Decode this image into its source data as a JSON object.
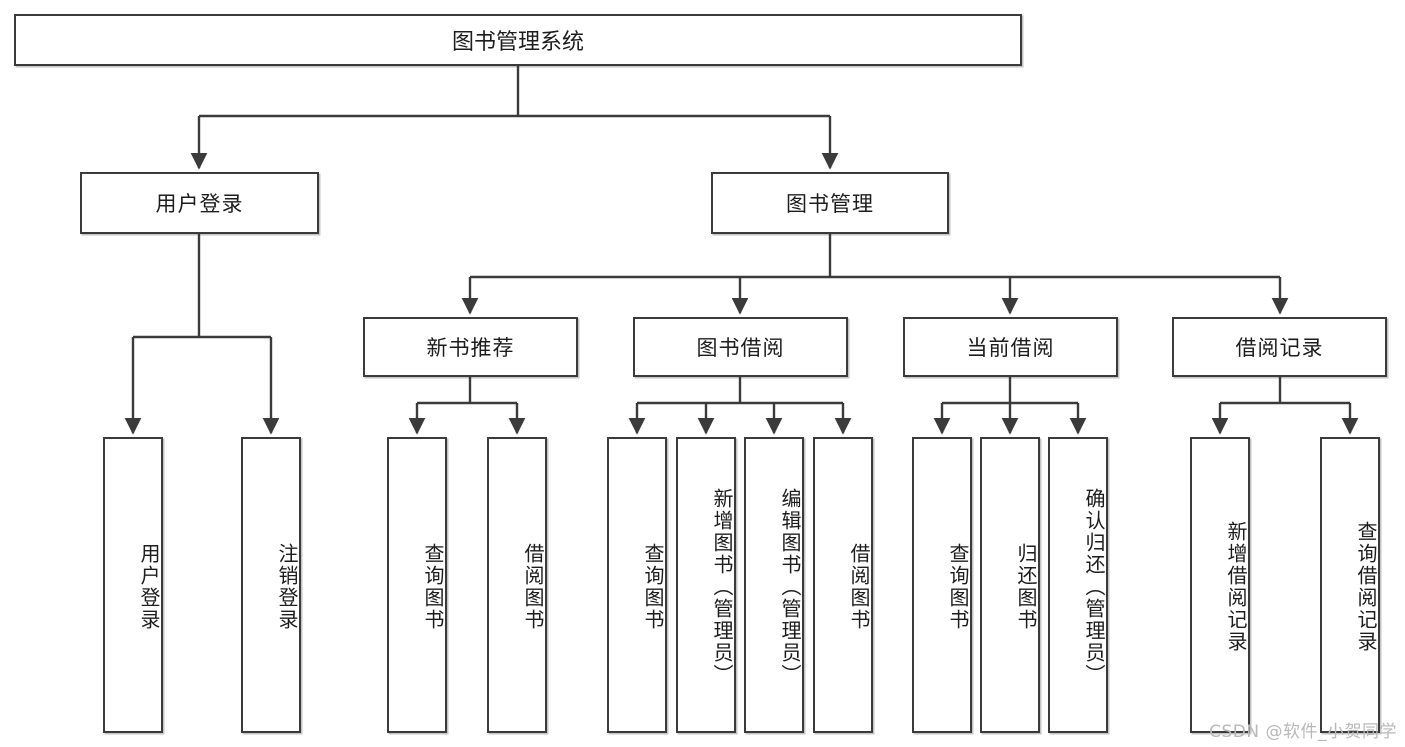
{
  "diagram": {
    "kind": "tree-hierarchy",
    "title": "图书管理系统",
    "watermark": "CSDN @软件_小贺同学",
    "colors": {
      "stroke": "#3b3b3b",
      "fill": "#ffffff",
      "text": "#1d1d1d",
      "watermark": "#b9b9b9"
    },
    "levels": {
      "root": {
        "label": "图书管理系统"
      },
      "level1": [
        {
          "id": "user-login",
          "label": "用户登录"
        },
        {
          "id": "book-manage",
          "label": "图书管理"
        }
      ],
      "level2": [
        {
          "id": "new-book-rec",
          "label": "新书推荐",
          "parent": "book-manage"
        },
        {
          "id": "book-borrow",
          "label": "图书借阅",
          "parent": "book-manage"
        },
        {
          "id": "current-borrow",
          "label": "当前借阅",
          "parent": "book-manage"
        },
        {
          "id": "borrow-record",
          "label": "借阅记录",
          "parent": "book-manage"
        }
      ],
      "leaves": [
        {
          "id": "leaf-user-login",
          "label": "用户登录",
          "parent": "user-login"
        },
        {
          "id": "leaf-user-logout",
          "label": "注销登录",
          "parent": "user-login"
        },
        {
          "id": "leaf-query-book-1",
          "label": "查询图书",
          "parent": "new-book-rec"
        },
        {
          "id": "leaf-borrow-book-1",
          "label": "借阅图书",
          "parent": "new-book-rec"
        },
        {
          "id": "leaf-query-book-2",
          "label": "查询图书",
          "parent": "book-borrow"
        },
        {
          "id": "leaf-add-book",
          "label": "新增图书（管理员）",
          "parent": "book-borrow"
        },
        {
          "id": "leaf-edit-book",
          "label": "编辑图书（管理员）",
          "parent": "book-borrow"
        },
        {
          "id": "leaf-borrow-book-2",
          "label": "借阅图书",
          "parent": "book-borrow"
        },
        {
          "id": "leaf-query-book-3",
          "label": "查询图书",
          "parent": "current-borrow"
        },
        {
          "id": "leaf-return-book",
          "label": "归还图书",
          "parent": "current-borrow"
        },
        {
          "id": "leaf-confirm-return",
          "label": "确认归还（管理员）",
          "parent": "current-borrow"
        },
        {
          "id": "leaf-add-record",
          "label": "新增借阅记录",
          "parent": "borrow-record"
        },
        {
          "id": "leaf-query-record",
          "label": "查询借阅记录",
          "parent": "borrow-record"
        }
      ]
    }
  }
}
